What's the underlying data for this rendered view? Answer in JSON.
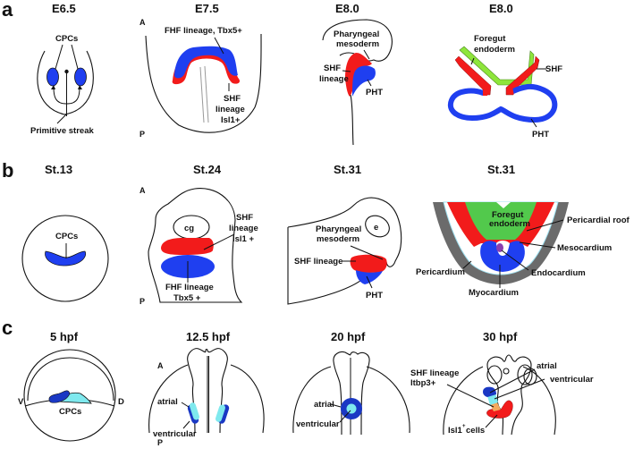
{
  "colors": {
    "fhf_blue": "#1f3ff0",
    "shf_red": "#f21b1b",
    "foregut_green": "#8ee53b",
    "foregut_green_dark": "#52c94c",
    "pericardium_gray": "#6b6b6b",
    "light_cyan": "#7fe9ee",
    "dark_blue": "#1a38c4",
    "endocardium_purple": "#8a3fb0",
    "orange": "#f3a95c"
  },
  "panels": {
    "a": {
      "letter": "a",
      "stages": [
        {
          "title": "E6.5",
          "labels": {
            "cpcs": "CPCs",
            "streak": "Primitive streak"
          }
        },
        {
          "title": "E7.5",
          "axis_a": "A",
          "axis_p": "P",
          "labels": {
            "fhf": "FHF lineage, Tbx5+",
            "shf1": "SHF",
            "shf2": "lineage",
            "shf3": "Isl1+"
          }
        },
        {
          "title": "E8.0",
          "labels": {
            "phar1": "Pharyngeal",
            "phar2": "mesoderm",
            "shf1": "SHF",
            "shf2": "lineage",
            "pht": "PHT"
          }
        },
        {
          "title": "E8.0",
          "labels": {
            "fg1": "Foregut",
            "fg2": "endoderm",
            "shf": "SHF",
            "pht": "PHT"
          }
        }
      ]
    },
    "b": {
      "letter": "b",
      "stages": [
        {
          "title": "St.13",
          "labels": {
            "cpcs": "CPCs"
          }
        },
        {
          "title": "St.24",
          "axis_a": "A",
          "axis_p": "P",
          "labels": {
            "cg": "cg",
            "shf1": "SHF",
            "shf2": "lineage",
            "shf3": "Isl1 +",
            "fhf1": "FHF lineage",
            "fhf2": "Tbx5 +"
          }
        },
        {
          "title": "St.31",
          "labels": {
            "e": "e",
            "phar1": "Pharyngeal",
            "phar2": "mesoderm",
            "shf": "SHF lineage",
            "pht": "PHT"
          }
        },
        {
          "title": "St.31",
          "labels": {
            "fg1": "Foregut",
            "fg2": "endoderm",
            "roof": "Pericardial roof",
            "meso": "Mesocardium",
            "peri": "Pericardium",
            "endo": "Endocardium",
            "myo": "Myocardium"
          }
        }
      ]
    },
    "c": {
      "letter": "c",
      "stages": [
        {
          "title": "5 hpf",
          "labels": {
            "v": "V",
            "d": "D",
            "cpcs": "CPCs"
          }
        },
        {
          "title": "12.5 hpf",
          "axis_a": "A",
          "axis_p": "P",
          "labels": {
            "atrial": "atrial",
            "ventricular": "ventricular"
          }
        },
        {
          "title": "20 hpf",
          "labels": {
            "atrial": "atrial",
            "ventricular": "ventricular"
          }
        },
        {
          "title": "30 hpf",
          "labels": {
            "shf1": "SHF lineage",
            "shf2": "ltbp3+",
            "atrial": "atrial",
            "ventricular": "ventricular",
            "isl1": "Isl1",
            "isl1_sup": "+",
            "isl1_cells": "cells"
          }
        }
      ]
    }
  }
}
